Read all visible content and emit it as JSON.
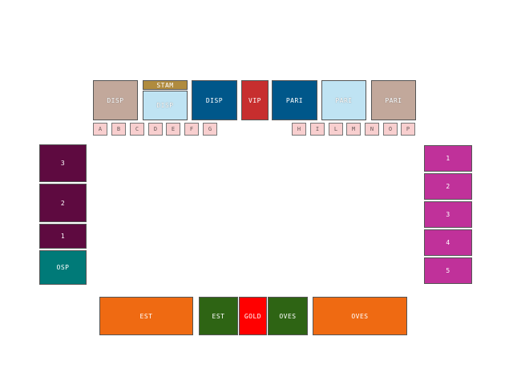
{
  "top_sections": {
    "disp_left": {
      "label": "DISP",
      "color": "#c2a89b"
    },
    "stam": {
      "label": "STAM",
      "color": "#b08b3e"
    },
    "disp_light": {
      "label": "DISP",
      "color": "#bfe3f3"
    },
    "disp_blue": {
      "label": "DISP",
      "color": "#00578a"
    },
    "vip": {
      "label": "VIP",
      "color": "#c72e2e"
    },
    "pari_blue": {
      "label": "PARI",
      "color": "#00578a"
    },
    "pari_light": {
      "label": "PARI",
      "color": "#bfe3f3"
    },
    "pari_right": {
      "label": "PARI",
      "color": "#c2a89b"
    }
  },
  "rows_left": [
    "A",
    "B",
    "C",
    "D",
    "E",
    "F",
    "G"
  ],
  "rows_right": [
    "H",
    "I",
    "L",
    "M",
    "N",
    "O",
    "P"
  ],
  "left_sections": [
    {
      "label": "3",
      "color": "#5e0a40"
    },
    {
      "label": "2",
      "color": "#5e0a40"
    },
    {
      "label": "1",
      "color": "#5e0a40"
    },
    {
      "label": "OSP",
      "color": "#007a78"
    }
  ],
  "right_sections": [
    {
      "label": "1",
      "color": "#c0319a"
    },
    {
      "label": "2",
      "color": "#c0319a"
    },
    {
      "label": "3",
      "color": "#c0319a"
    },
    {
      "label": "4",
      "color": "#c0319a"
    },
    {
      "label": "5",
      "color": "#c0319a"
    }
  ],
  "bottom_sections": {
    "est_orange": {
      "label": "EST",
      "color": "#ef6a12"
    },
    "est_green": {
      "label": "EST",
      "color": "#2e6414"
    },
    "gold": {
      "label": "GOLD",
      "color": "#ff0000"
    },
    "oves_green": {
      "label": "OVES",
      "color": "#2e6414"
    },
    "oves_orange": {
      "label": "OVES",
      "color": "#ef6a12"
    }
  }
}
